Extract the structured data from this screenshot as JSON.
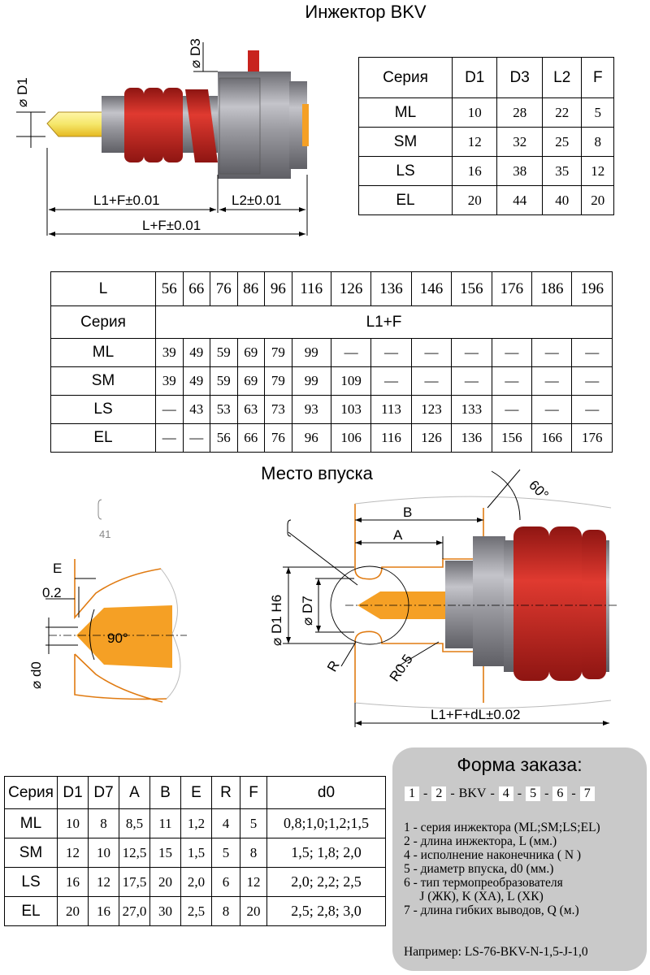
{
  "titles": {
    "main": "Инжектор BKV",
    "inlet": "Место впуска"
  },
  "table1": {
    "headers": [
      "Серия",
      "D1",
      "D3",
      "L2",
      "F"
    ],
    "rows": [
      [
        "ML",
        "10",
        "28",
        "22",
        "5"
      ],
      [
        "SM",
        "12",
        "32",
        "25",
        "8"
      ],
      [
        "LS",
        "16",
        "38",
        "35",
        "12"
      ],
      [
        "EL",
        "20",
        "44",
        "40",
        "20"
      ]
    ]
  },
  "table2": {
    "l_label": "L",
    "l_values": [
      "56",
      "66",
      "76",
      "86",
      "96",
      "116",
      "126",
      "136",
      "146",
      "156",
      "176",
      "186",
      "196"
    ],
    "series_label": "Серия",
    "span_label": "L1+F",
    "rows": [
      {
        "name": "ML",
        "values": [
          "39",
          "49",
          "59",
          "69",
          "79",
          "99",
          "—",
          "—",
          "—",
          "—",
          "—",
          "—",
          "—"
        ]
      },
      {
        "name": "SM",
        "values": [
          "39",
          "49",
          "59",
          "69",
          "79",
          "99",
          "109",
          "—",
          "—",
          "—",
          "—",
          "—",
          "—"
        ]
      },
      {
        "name": "LS",
        "values": [
          "—",
          "43",
          "53",
          "63",
          "73",
          "93",
          "103",
          "113",
          "123",
          "133",
          "—",
          "—",
          "—"
        ]
      },
      {
        "name": "EL",
        "values": [
          "—",
          "—",
          "56",
          "66",
          "76",
          "96",
          "106",
          "116",
          "126",
          "136",
          "156",
          "166",
          "176"
        ]
      }
    ]
  },
  "table3": {
    "headers": [
      "Серия",
      "D1",
      "D7",
      "A",
      "B",
      "E",
      "R",
      "F",
      "d0"
    ],
    "rows": [
      [
        "ML",
        "10",
        "8",
        "8,5",
        "11",
        "1,2",
        "4",
        "5",
        "0,8;1,0;1,2;1,5"
      ],
      [
        "SM",
        "12",
        "10",
        "12,5",
        "15",
        "1,5",
        "5",
        "8",
        "1,5; 1,8; 2,0"
      ],
      [
        "LS",
        "16",
        "12",
        "17,5",
        "20",
        "2,0",
        "6",
        "12",
        "2,0; 2,2; 2,5"
      ],
      [
        "EL",
        "20",
        "16",
        "27,0",
        "30",
        "2,5",
        "8",
        "20",
        "2,5; 2,8; 3,0"
      ]
    ]
  },
  "order": {
    "title": "Форма заказа:",
    "code": [
      "1",
      "-",
      "2",
      "-",
      "BKV",
      "-",
      "4",
      "-",
      "5",
      "-",
      "6",
      "-",
      "7"
    ],
    "items": [
      "1 - серия инжектора (ML;SM;LS;EL)",
      "2 - длина инжектора, L (мм.)",
      "4 - исполнение наконечника ( N )",
      "5 - диаметр впуска, d0 (мм.)",
      "6 - тип термопреобразователя",
      "     J (ЖК), K (ХА), L (ХК)",
      "7 - длина гибких выводов, Q (м.)"
    ],
    "example": "Например: LS-76-BKV-N-1,5-J-1,0"
  },
  "dims_top": {
    "d1": "⌀ D1",
    "d3": "⌀ D3",
    "l1f": "L1+F±0.01",
    "l2": "L2±0.01",
    "lf": "L+F±0.01"
  },
  "dims_detail": {
    "e": "E",
    "gap": "0.2",
    "angle": "90°",
    "d0": "⌀ d0",
    "note": "41"
  },
  "dims_inlet": {
    "angle": "60°",
    "b": "B",
    "a": "A",
    "d1h6": "⌀ D1 H6",
    "d7": "⌀ D7",
    "r": "R",
    "r05": "R0.5",
    "total": "L1+F+dL±0.02"
  },
  "colors": {
    "red": "#c8231e",
    "dark_red": "#8e1512",
    "steel": "#9a9aa0",
    "steel_dark": "#6d6d73",
    "yellow": "#f5e76a",
    "orange": "#f5a025",
    "outline": "#e07b12",
    "box_gray": "#c9c9c9"
  }
}
